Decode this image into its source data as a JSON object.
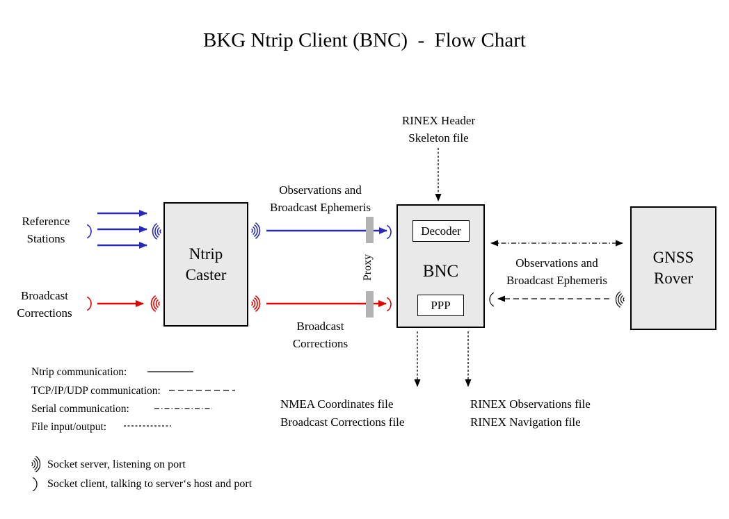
{
  "title": "BKG Ntrip Client (BNC)  -  Flow Chart",
  "nodes": {
    "caster": [
      "Ntrip",
      "Caster"
    ],
    "bnc": "BNC",
    "decoder": "Decoder",
    "ppp": "PPP",
    "rover": [
      "GNSS",
      "Rover"
    ]
  },
  "labels": {
    "reference_stations": [
      "Reference",
      "Stations"
    ],
    "broadcast_corrections_input": [
      "Broadcast",
      "Corrections"
    ],
    "observations_top": [
      "Observations and",
      "Broadcast Ephemeris"
    ],
    "broadcast_corrections_mid": [
      "Broadcast",
      "Corrections"
    ],
    "proxy": "Proxy",
    "rinex_header": [
      "RINEX Header",
      "Skeleton file"
    ],
    "observations_right": [
      "Observations and",
      "Broadcast Ephemeris"
    ],
    "nmea_output": [
      "NMEA Coordinates file",
      "Broadcast Corrections file"
    ],
    "rinex_output": [
      "RINEX Observations file",
      "RINEX Navigation file"
    ]
  },
  "legend": {
    "items": [
      {
        "label": "Ntrip communication:",
        "style": "solid"
      },
      {
        "label": "TCP/IP/UDP communication:",
        "style": "dashed"
      },
      {
        "label": "Serial communication:",
        "style": "dash-dot"
      },
      {
        "label": "File input/output:",
        "style": "short-dash"
      }
    ],
    "socket_server": "Socket server, listening on port",
    "socket_client": "Socket client, talking to server‘s host and port"
  },
  "colors": {
    "ntrip_blue": "#2929b8",
    "corrections_red": "#e00000",
    "box_fill": "#e9e9e9",
    "proxy_gray": "#b3b3b3",
    "line_black": "#000000"
  }
}
